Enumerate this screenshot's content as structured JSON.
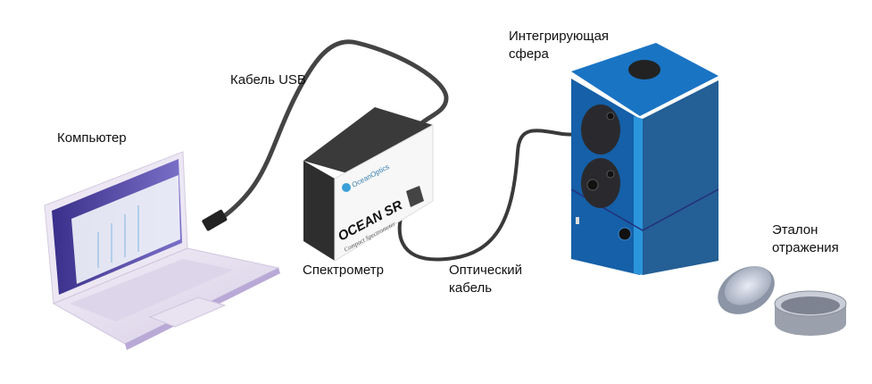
{
  "labels": {
    "computer": "Компьютер",
    "usb_cable": "Кабель USB",
    "spectrometer": "Спектрометр",
    "optical_cable_line1": "Оптический",
    "optical_cable_line2": "кабель",
    "sphere_line1": "Интегрирующая",
    "sphere_line2": "сфера",
    "standard_line1": "Эталон",
    "standard_line2": "отражения"
  },
  "device": {
    "brand": "OceanOptics",
    "model": "OCEAN SR",
    "subtitle": "Compact Spectrometer"
  },
  "colors": {
    "sphere_blue": "#1565b0",
    "sphere_accent": "#2390d8",
    "cable": "#444444",
    "laptop": "#e6e0f0"
  }
}
